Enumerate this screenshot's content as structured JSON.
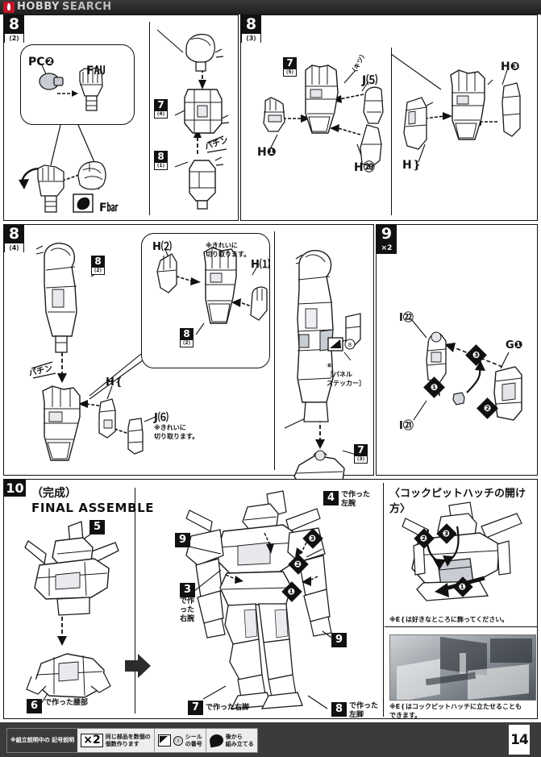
{
  "watermark": {
    "brand_bold": "HOBBY",
    "brand_light": "SEARCH",
    "logo_icon": "flame-logo-icon"
  },
  "page_number": "14",
  "steps": {
    "s8_2": {
      "num": "8",
      "sub": "⟨2⟩"
    },
    "s8_3": {
      "num": "8",
      "sub": "⟨3⟩"
    },
    "s8_4": {
      "num": "8",
      "sub": "⟨4⟩"
    },
    "s9": {
      "num": "9",
      "sub": "×2"
    },
    "s10": {
      "num": "10"
    }
  },
  "panel_8_2": {
    "callout_parts": {
      "pc2": "PC❷",
      "f32": "F㍳",
      "f33": "F㍴"
    },
    "inner_badges": {
      "s7_4_num": "7",
      "s7_4_sub": "⟨4⟩",
      "s8_1_num": "8",
      "s8_1_sub": "⟨1⟩"
    },
    "snap_text": "パチン"
  },
  "panel_8_3": {
    "badge_7_5": {
      "num": "7",
      "sub": "⟨5⟩"
    },
    "parts": {
      "h7": "H❶",
      "j19": "J⑸",
      "h14": "H⑳",
      "h6": "H❵",
      "h9": "H❸"
    },
    "fit_note": "（キツ）"
  },
  "panel_8_4": {
    "badge_8_2": {
      "num": "8",
      "sub": "⟨2⟩"
    },
    "badge_8_2b": {
      "num": "8",
      "sub": "⟨2⟩"
    },
    "badge_7_3": {
      "num": "7",
      "sub": "⟨3⟩"
    },
    "snap_text": "パチン",
    "parts": {
      "h16": "H⑵",
      "h15": "H⑴",
      "h5": "H❴",
      "j20": "J⑹"
    },
    "notes": {
      "cut_clean_1": "※きれいに\n切り取ります。",
      "cut_clean_2": "※きれいに\n切り取ります。",
      "sticker": "⑧\n［パネル\nステッカー］"
    }
  },
  "panel_9": {
    "parts": {
      "i22": "I㉒",
      "i21": "I㉑",
      "g1": "G❶"
    },
    "order_marks": [
      "❶",
      "❷",
      "❸"
    ]
  },
  "panel_10": {
    "title_jp": "（完成）",
    "title_en": "FINAL ASSEMBLE",
    "left": {
      "upper_badge": "5",
      "lower_badge": "6",
      "lower_label": "で作った腰部"
    },
    "center": {
      "badge_9_top": "9",
      "badge_9_bottom": "9",
      "badge_3": "3",
      "badge_3_label": "で作った\n右腕",
      "badge_4": "4",
      "badge_4_label": "で作った\n左腕",
      "badge_7": "7",
      "badge_7_label": "で作った右脚",
      "badge_8": "8",
      "badge_8_label": "で作った\n左脚",
      "diamonds": [
        "❶",
        "❷",
        "❸"
      ]
    },
    "right": {
      "title": "〈コックピットハッチの開け方〉",
      "diamonds": [
        "❶",
        "❷",
        "❸"
      ],
      "note_1": "※E❴は好きなところに飾ってください。",
      "note_2": "※E❴はコックピットハッチに立たせることも\nできます。"
    }
  },
  "legend": {
    "header": "※組立説明中の\n記号説明",
    "items": [
      {
        "icon": "x2-multiplier-icon",
        "mark": "×2",
        "text": "同じ部品を数個の\n個数作ります"
      },
      {
        "icon": "sticker-icon",
        "mark": "ⓐ",
        "text": "シール\nの番号"
      },
      {
        "icon": "after-assemble-icon",
        "mark": "",
        "text": "後から\n組み立てる"
      }
    ]
  },
  "colors": {
    "ink": "#111111",
    "paper": "#ffffff",
    "shade": "#d4d7dd",
    "bar": "#3b3b3b",
    "brand": "#c0152a"
  }
}
